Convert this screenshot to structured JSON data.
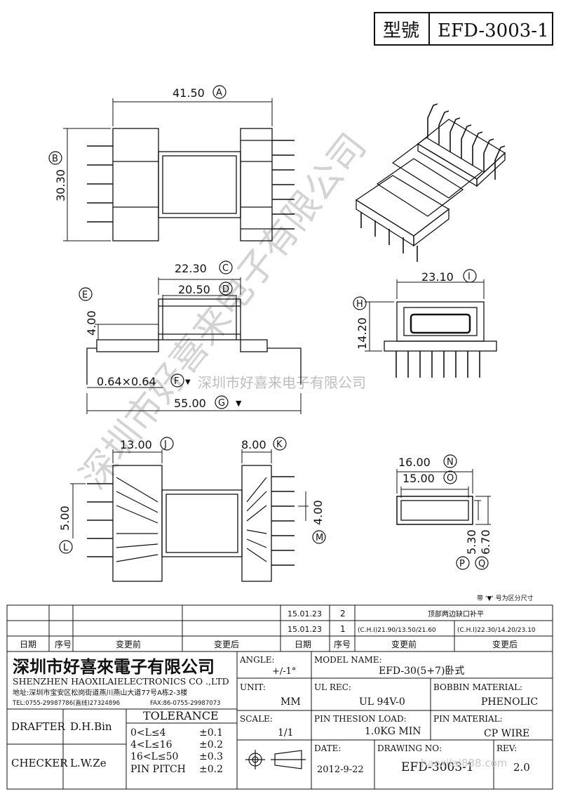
{
  "header": {
    "model_label": "型號",
    "model_value": "EFD-3003-1"
  },
  "dimensions": {
    "A": {
      "value": "41.50",
      "letter": "A"
    },
    "B": {
      "value": "30.30",
      "letter": "B"
    },
    "C": {
      "value": "22.30",
      "letter": "C"
    },
    "D": {
      "value": "20.50",
      "letter": "D"
    },
    "E": {
      "value": "4.00",
      "letter": "E"
    },
    "F": {
      "value": "0.64×0.64",
      "letter": "F"
    },
    "G": {
      "value": "55.00",
      "letter": "G"
    },
    "H": {
      "value": "14.20",
      "letter": "H"
    },
    "I": {
      "value": "23.10",
      "letter": "I"
    },
    "J": {
      "value": "13.00",
      "letter": "J"
    },
    "K": {
      "value": "8.00",
      "letter": "K"
    },
    "L": {
      "value": "5.00",
      "letter": "L"
    },
    "M": {
      "value": "4.00",
      "letter": "M"
    },
    "N": {
      "value": "16.00",
      "letter": "N"
    },
    "O": {
      "value": "15.00",
      "letter": "O"
    },
    "P": {
      "value": "5.30",
      "letter": "P"
    },
    "Q": {
      "value": "6.70",
      "letter": "Q"
    }
  },
  "marker": "▼",
  "watermark": {
    "diagonal": "深圳市好喜来电子有限公司",
    "horizontal": "深圳市好喜来电子有限公司"
  },
  "note": "带 '▼' 号为区分尺寸",
  "revisions": {
    "rows": [
      {
        "date": "15.01.23",
        "no": "2",
        "before": "",
        "after": "顶部两边缺口补平"
      },
      {
        "date": "15.01.23",
        "no": "1",
        "before": "(C.H.I)21.90/13.50/21.60",
        "after": "(C.H.I)22.30/14.20/23.10"
      }
    ],
    "headers": {
      "date": "日期",
      "no": "序号",
      "before": "变更前",
      "after": "变更后",
      "date2": "日期",
      "no2": "序号",
      "before2": "变更前",
      "after2": "变更后"
    }
  },
  "company": {
    "name_cn": "深圳市好喜來電子有限公司",
    "name_en": "SHENZHEN HAOXILAIELECTRONICS CO .,LTD",
    "address": "地址:深圳市宝安区松岗街道燕川燕山大道77号A栋2-3楼",
    "tel": "TEL:0755-29987786(直线)27324896",
    "fax": "FAX:86-0755-29987073"
  },
  "title_block": {
    "angle_label": "ANGLE:",
    "angle_value": "+/-1°",
    "model_name_label": "MODEL NAME:",
    "model_name_value": "EFD-30(5+7)卧式",
    "unit_label": "UNIT:",
    "unit_value": "MM",
    "ul_rec_label": "UL REC:",
    "ul_rec_value": "UL 94V-0",
    "bobbin_label": "BOBBIN MATERIAL:",
    "bobbin_value": "PHENOLIC",
    "scale_label": "SCALE:",
    "scale_value": "1/1",
    "pin_load_label": "PIN THESION LOAD:",
    "pin_load_value": "1.0KG MIN",
    "pin_material_label": "PIN MATERIAL:",
    "pin_material_value": "CP  WIRE",
    "date_label": "DATE:",
    "date_value": "2012-9-22",
    "drawing_no_label": "DRAWING NO:",
    "drawing_no_value": "EFD-3003-1",
    "rev_label": "REV:",
    "rev_value": "2.0",
    "drafter_label": "DRAFTER",
    "drafter_value": "D.H.Bin",
    "checker_label": "CHECKER",
    "checker_value": "L.W.Ze",
    "tolerance_title": "TOLERANCE",
    "tolerance_rows": [
      {
        "range": "0<L≤4",
        "tol": "±0.1"
      },
      {
        "range": "4<L≤16",
        "tol": "±0.2"
      },
      {
        "range": "16<L≤50",
        "tol": "±0.3"
      },
      {
        "range": "PIN PITCH",
        "tol": "±0.2"
      }
    ],
    "url_watermark": "haoxilai888.com"
  }
}
